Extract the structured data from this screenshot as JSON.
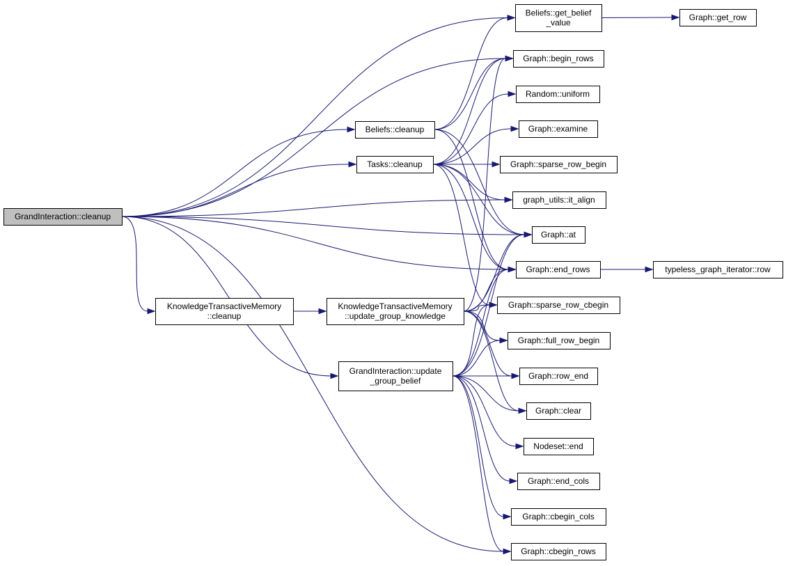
{
  "diagram": {
    "type": "call-graph",
    "edge_color": "#191970",
    "root_fill": "#bfbfbf",
    "nodes": [
      {
        "id": "gi_cleanup",
        "lines": [
          "GrandInteraction::cleanup"
        ],
        "root": true
      },
      {
        "id": "beliefs_cleanup",
        "lines": [
          "Beliefs::cleanup"
        ]
      },
      {
        "id": "tasks_cleanup",
        "lines": [
          "Tasks::cleanup"
        ]
      },
      {
        "id": "ktm_cleanup",
        "lines": [
          "KnowledgeTransactiveMemory",
          "::cleanup"
        ]
      },
      {
        "id": "ktm_update",
        "lines": [
          "KnowledgeTransactiveMemory",
          "::update_group_knowledge"
        ]
      },
      {
        "id": "gi_update",
        "lines": [
          "GrandInteraction::update",
          "_group_belief"
        ]
      },
      {
        "id": "get_belief",
        "lines": [
          "Beliefs::get_belief",
          "_value"
        ]
      },
      {
        "id": "get_row",
        "lines": [
          "Graph::get_row"
        ]
      },
      {
        "id": "begin_rows",
        "lines": [
          "Graph::begin_rows"
        ]
      },
      {
        "id": "uniform",
        "lines": [
          "Random::uniform"
        ]
      },
      {
        "id": "examine",
        "lines": [
          "Graph::examine"
        ]
      },
      {
        "id": "sparse_row_begin",
        "lines": [
          "Graph::sparse_row_begin"
        ]
      },
      {
        "id": "it_align",
        "lines": [
          "graph_utils::it_align"
        ]
      },
      {
        "id": "at",
        "lines": [
          "Graph::at"
        ]
      },
      {
        "id": "end_rows",
        "lines": [
          "Graph::end_rows"
        ]
      },
      {
        "id": "typeless_row",
        "lines": [
          "typeless_graph_iterator::row"
        ]
      },
      {
        "id": "sparse_row_cbegin",
        "lines": [
          "Graph::sparse_row_cbegin"
        ]
      },
      {
        "id": "full_row_begin",
        "lines": [
          "Graph::full_row_begin"
        ]
      },
      {
        "id": "row_end",
        "lines": [
          "Graph::row_end"
        ]
      },
      {
        "id": "clear",
        "lines": [
          "Graph::clear"
        ]
      },
      {
        "id": "nodeset_end",
        "lines": [
          "Nodeset::end"
        ]
      },
      {
        "id": "end_cols",
        "lines": [
          "Graph::end_cols"
        ]
      },
      {
        "id": "cbegin_cols",
        "lines": [
          "Graph::cbegin_cols"
        ]
      },
      {
        "id": "cbegin_rows",
        "lines": [
          "Graph::cbegin_rows"
        ]
      }
    ],
    "edges": [
      {
        "from": "gi_cleanup",
        "to": "get_belief"
      },
      {
        "from": "gi_cleanup",
        "to": "begin_rows"
      },
      {
        "from": "gi_cleanup",
        "to": "beliefs_cleanup"
      },
      {
        "from": "gi_cleanup",
        "to": "tasks_cleanup"
      },
      {
        "from": "gi_cleanup",
        "to": "it_align"
      },
      {
        "from": "gi_cleanup",
        "to": "at"
      },
      {
        "from": "gi_cleanup",
        "to": "end_rows"
      },
      {
        "from": "gi_cleanup",
        "to": "ktm_cleanup"
      },
      {
        "from": "gi_cleanup",
        "to": "gi_update"
      },
      {
        "from": "gi_cleanup",
        "to": "cbegin_rows"
      },
      {
        "from": "beliefs_cleanup",
        "to": "get_belief"
      },
      {
        "from": "beliefs_cleanup",
        "to": "begin_rows"
      },
      {
        "from": "beliefs_cleanup",
        "to": "at"
      },
      {
        "from": "beliefs_cleanup",
        "to": "end_rows"
      },
      {
        "from": "tasks_cleanup",
        "to": "begin_rows"
      },
      {
        "from": "tasks_cleanup",
        "to": "uniform"
      },
      {
        "from": "tasks_cleanup",
        "to": "examine"
      },
      {
        "from": "tasks_cleanup",
        "to": "sparse_row_begin"
      },
      {
        "from": "tasks_cleanup",
        "to": "it_align"
      },
      {
        "from": "tasks_cleanup",
        "to": "at"
      },
      {
        "from": "tasks_cleanup",
        "to": "end_rows"
      },
      {
        "from": "tasks_cleanup",
        "to": "sparse_row_cbegin"
      },
      {
        "from": "ktm_cleanup",
        "to": "ktm_update"
      },
      {
        "from": "ktm_update",
        "to": "begin_rows"
      },
      {
        "from": "ktm_update",
        "to": "at"
      },
      {
        "from": "ktm_update",
        "to": "end_rows"
      },
      {
        "from": "ktm_update",
        "to": "sparse_row_cbegin"
      },
      {
        "from": "ktm_update",
        "to": "full_row_begin"
      },
      {
        "from": "ktm_update",
        "to": "row_end"
      },
      {
        "from": "ktm_update",
        "to": "clear"
      },
      {
        "from": "gi_update",
        "to": "at"
      },
      {
        "from": "gi_update",
        "to": "end_rows"
      },
      {
        "from": "gi_update",
        "to": "sparse_row_cbegin"
      },
      {
        "from": "gi_update",
        "to": "full_row_begin"
      },
      {
        "from": "gi_update",
        "to": "row_end"
      },
      {
        "from": "gi_update",
        "to": "clear"
      },
      {
        "from": "gi_update",
        "to": "nodeset_end"
      },
      {
        "from": "gi_update",
        "to": "end_cols"
      },
      {
        "from": "gi_update",
        "to": "cbegin_cols"
      },
      {
        "from": "gi_update",
        "to": "cbegin_rows"
      },
      {
        "from": "get_belief",
        "to": "get_row"
      },
      {
        "from": "end_rows",
        "to": "typeless_row"
      }
    ]
  }
}
